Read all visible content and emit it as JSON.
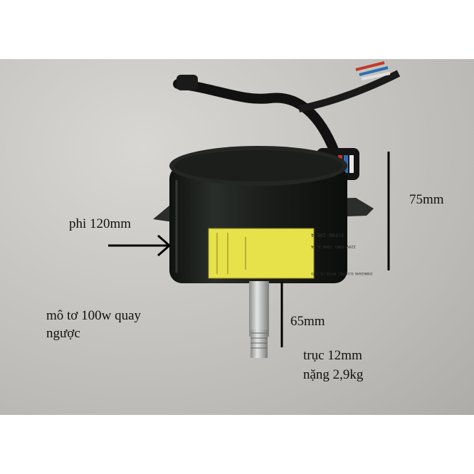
{
  "annotations": {
    "diameter": "phi 120mm",
    "height": "75mm",
    "shaft_length": "65mm",
    "description_line1": "mô tơ 100w quay",
    "description_line2": "ngược",
    "shaft_diameter": "trục 12mm",
    "weight": "nặng 2,9kg"
  },
  "label": {
    "model": "YYF96-100-4",
    "specs": "220V~50Hz 100W 0.8A",
    "manufacturer": "ZHONGSHAN ELECTRIC MOTOR CO.,LTD"
  },
  "colors": {
    "background": "#ffffff",
    "motor_body": "#1c1f1c",
    "label": "#e8e24a",
    "annotation_text": "#111111"
  }
}
